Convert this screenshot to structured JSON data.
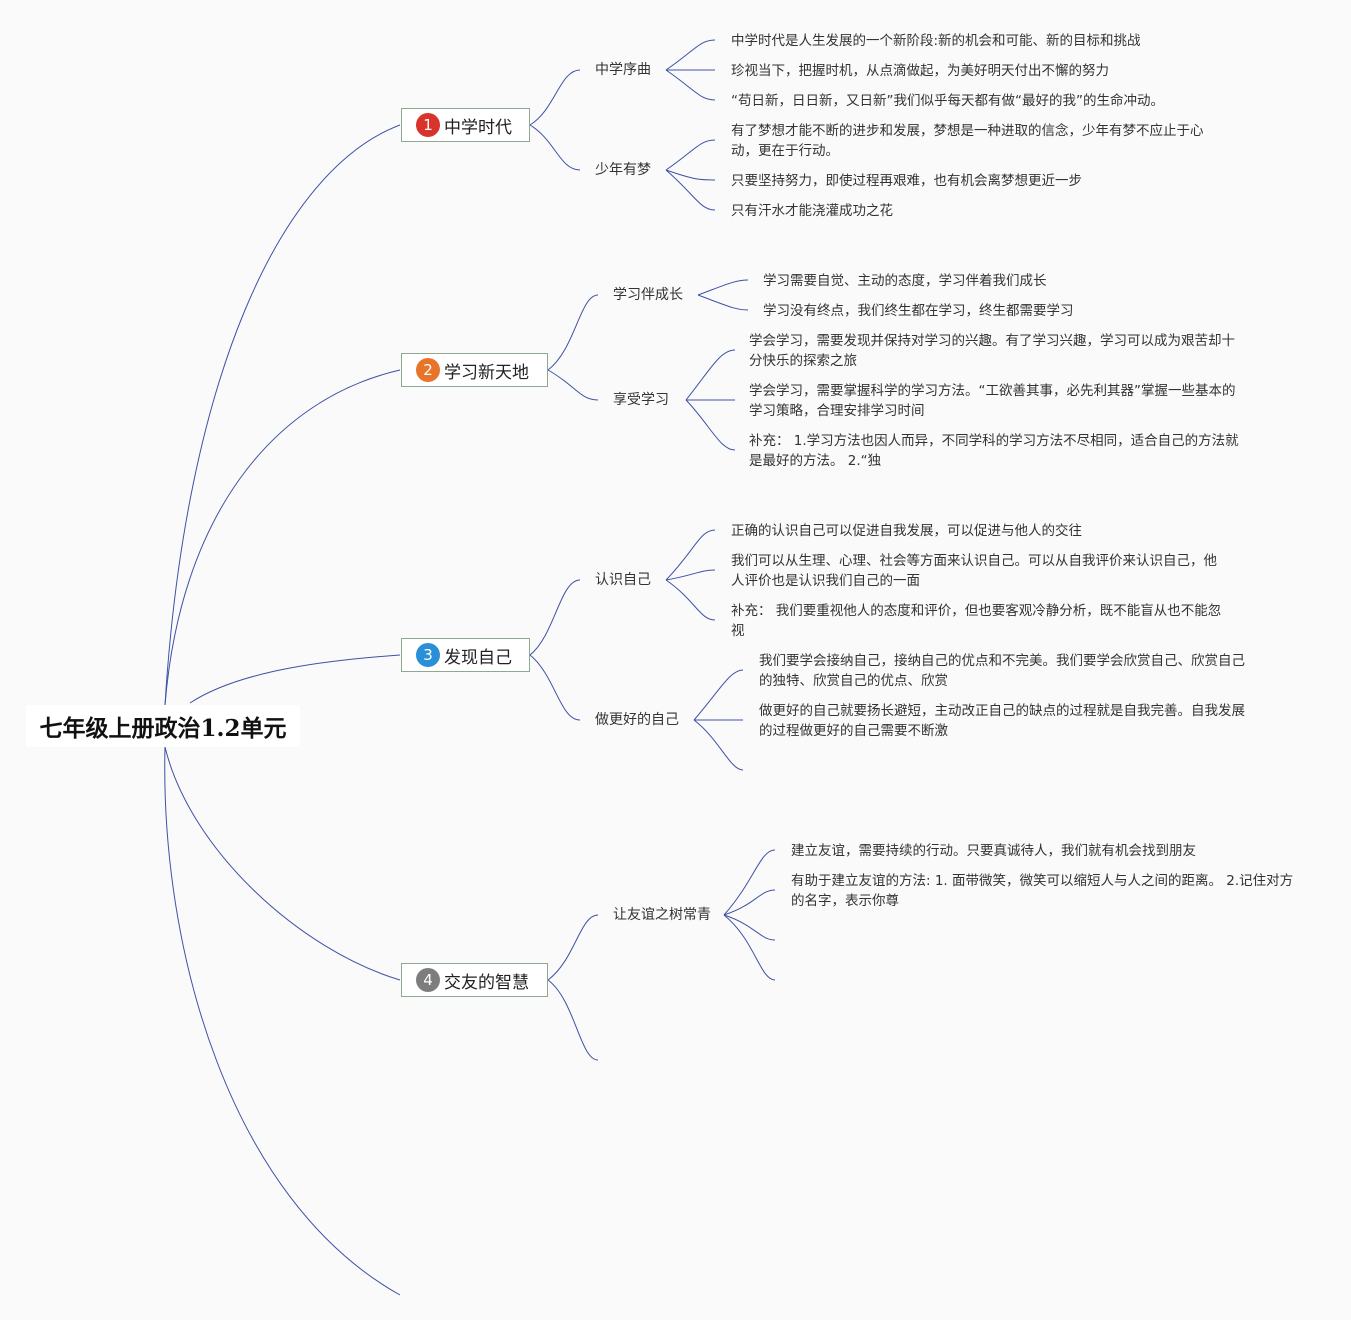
{
  "root": {
    "title": "七年级上册政治1.2单元"
  },
  "colors": {
    "line": "#3f51a5",
    "topic_border": "#8ea892"
  },
  "topics": [
    {
      "num": "1",
      "label": "中学时代",
      "badge_color": "#d9342b",
      "subs": [
        {
          "label": "中学序曲",
          "leaves": [
            "中学时代是人生发展的一个新阶段:新的机会和可能、新的目标和挑战",
            "珍视当下，把握时机，从点滴做起，为美好明天付出不懈的努力",
            "“苟日新，日日新，又日新”我们似乎每天都有做“最好的我”的生命冲动。"
          ]
        },
        {
          "label": "少年有梦",
          "leaves": [
            "有了梦想才能不断的进步和发展，梦想是一种进取的信念，少年有梦不应止于心动，更在于行动。",
            "只要坚持努力，即使过程再艰难，也有机会离梦想更近一步",
            "只有汗水才能浇灌成功之花"
          ]
        }
      ]
    },
    {
      "num": "2",
      "label": "学习新天地",
      "badge_color": "#e8732a",
      "subs": [
        {
          "label": "学习伴成长",
          "leaves": [
            "学习需要自觉、主动的态度，学习伴着我们成长",
            "学习没有终点，我们终生都在学习，终生都需要学习"
          ]
        },
        {
          "label": "享受学习",
          "leaves": [
            "学会学习，需要发现并保持对学习的兴趣。有了学习兴趣，学习可以成为艰苦却十分快乐的探索之旅",
            "学会学习，需要掌握科学的学习方法。“工欲善其事，必先利其器”掌握一些基本的学习策略，合理安排学习时间",
            "补充： 1.学习方法也因人而异，不同学科的学习方法不尽相同，适合自己的方法就是最好的方法。 2.“独"
          ]
        }
      ]
    },
    {
      "num": "3",
      "label": "发现自己",
      "badge_color": "#2a8fd6",
      "subs": [
        {
          "label": "认识自己",
          "leaves": [
            "正确的认识自己可以促进自我发展，可以促进与他人的交往",
            "我们可以从生理、心理、社会等方面来认识自己。可以从自我评价来认识自己，他人评价也是认识我们自己的一面",
            "补充： 我们要重视他人的态度和评价，但也要客观冷静分析，既不能盲从也不能忽视"
          ]
        },
        {
          "label": "做更好的自己",
          "leaves": [
            "我们要学会接纳自己，接纳自己的优点和不完美。我们要学会欣赏自己、欣赏自己的独特、欣赏自己的优点、欣赏",
            "做更好的自己就要扬长避短，主动改正自己的缺点的过程就是自我完善。自我发展的过程做更好的自己需要不断激"
          ]
        }
      ]
    },
    {
      "num": "4",
      "label": "交友的智慧",
      "badge_color": "#7d7d7d",
      "subs": [
        {
          "label": "让友谊之树常青",
          "leaves": [
            "建立友谊，需要持续的行动。只要真诚待人，我们就有机会找到朋友",
            "有助于建立友谊的方法: 1. 面带微笑，微笑可以缩短人与人之间的距离。 2.记住对方的名字，表示你尊"
          ]
        }
      ]
    }
  ]
}
